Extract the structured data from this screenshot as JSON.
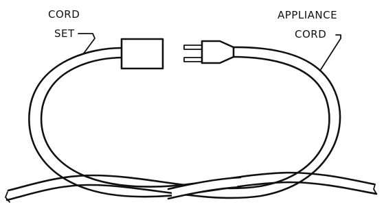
{
  "labels": {
    "cord_set_line1": "CORD",
    "cord_set_line2": "SET",
    "appliance_line1": "APPLIANCE",
    "appliance_line2": "CORD"
  }
}
